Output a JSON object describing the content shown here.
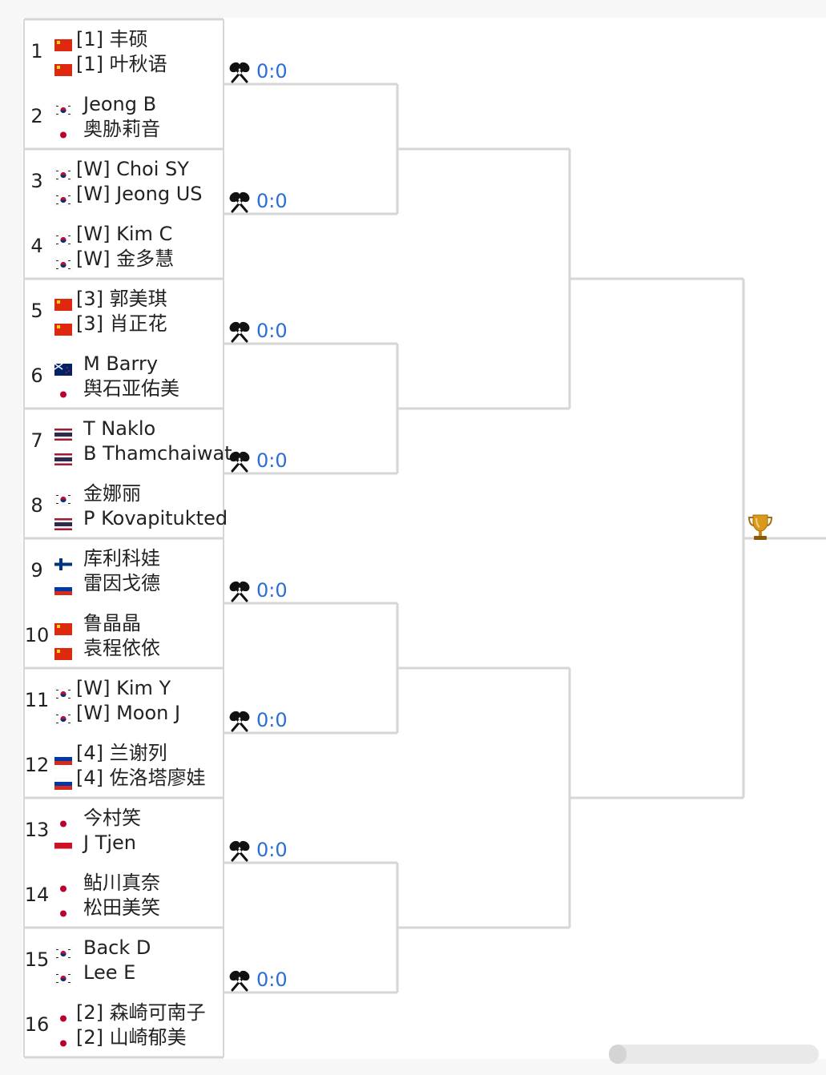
{
  "matches": [
    {
      "num": "1",
      "players": [
        {
          "flag": "CN",
          "text": "[1] 丰硕",
          "tag": true
        },
        {
          "flag": "CN",
          "text": "[1] 叶秋语",
          "tag": true
        }
      ]
    },
    {
      "num": "2",
      "players": [
        {
          "flag": "KR",
          "text": "Jeong B",
          "tag": false
        },
        {
          "flag": "JP",
          "text": "奥胁莉音",
          "tag": false
        }
      ]
    },
    {
      "num": "3",
      "players": [
        {
          "flag": "KR",
          "text": "[W] Choi SY",
          "tag": true
        },
        {
          "flag": "KR",
          "text": "[W] Jeong US",
          "tag": true
        }
      ]
    },
    {
      "num": "4",
      "players": [
        {
          "flag": "KR",
          "text": "[W] Kim C",
          "tag": true
        },
        {
          "flag": "KR",
          "text": "[W] 金多慧",
          "tag": true
        }
      ]
    },
    {
      "num": "5",
      "players": [
        {
          "flag": "CN",
          "text": "[3] 郭美琪",
          "tag": true
        },
        {
          "flag": "CN",
          "text": "[3] 肖正花",
          "tag": true
        }
      ]
    },
    {
      "num": "6",
      "players": [
        {
          "flag": "NZ",
          "text": "M Barry",
          "tag": false
        },
        {
          "flag": "JP",
          "text": "舆石亚佑美",
          "tag": false
        }
      ]
    },
    {
      "num": "7",
      "players": [
        {
          "flag": "TH",
          "text": "T Naklo",
          "tag": false
        },
        {
          "flag": "TH",
          "text": "B Thamchaiwat",
          "tag": false
        }
      ]
    },
    {
      "num": "8",
      "players": [
        {
          "flag": "KR",
          "text": "金娜丽",
          "tag": false
        },
        {
          "flag": "TH",
          "text": "P Kovapitukted",
          "tag": false
        }
      ]
    },
    {
      "num": "9",
      "players": [
        {
          "flag": "FI",
          "text": "库利科娃",
          "tag": false
        },
        {
          "flag": "RU",
          "text": "雷因戈德",
          "tag": false
        }
      ]
    },
    {
      "num": "10",
      "players": [
        {
          "flag": "CN",
          "text": "鲁晶晶",
          "tag": false
        },
        {
          "flag": "CN",
          "text": "袁程依依",
          "tag": false
        }
      ]
    },
    {
      "num": "11",
      "players": [
        {
          "flag": "KR",
          "text": "[W] Kim Y",
          "tag": true
        },
        {
          "flag": "KR",
          "text": "[W] Moon J",
          "tag": true
        }
      ]
    },
    {
      "num": "12",
      "players": [
        {
          "flag": "RU",
          "text": "[4] 兰谢列",
          "tag": true
        },
        {
          "flag": "RU",
          "text": "[4] 佐洛塔廖娃",
          "tag": true
        }
      ]
    },
    {
      "num": "13",
      "players": [
        {
          "flag": "JP",
          "text": "今村笑",
          "tag": false
        },
        {
          "flag": "ID",
          "text": "J Tjen",
          "tag": false
        }
      ]
    },
    {
      "num": "14",
      "players": [
        {
          "flag": "JP",
          "text": "鲇川真奈",
          "tag": false
        },
        {
          "flag": "JP",
          "text": "松田美笑",
          "tag": false
        }
      ]
    },
    {
      "num": "15",
      "players": [
        {
          "flag": "KR",
          "text": "Back D",
          "tag": false
        },
        {
          "flag": "KR",
          "text": "Lee E",
          "tag": false
        }
      ]
    },
    {
      "num": "16",
      "players": [
        {
          "flag": "JP",
          "text": "[2] 森崎可南子",
          "tag": true
        },
        {
          "flag": "JP",
          "text": "[2] 山崎郁美",
          "tag": true
        }
      ]
    }
  ],
  "scores": [
    "0:0",
    "0:0",
    "0:0",
    "0:0",
    "0:0",
    "0:0",
    "0:0",
    "0:0"
  ],
  "colors": {
    "score": "#2a6fd6",
    "line": "#d6d6d6",
    "trophy": "#c98a14",
    "text": "#222222"
  },
  "icons": {
    "score": "crossed-rackets-icon",
    "champion": "trophy-icon"
  }
}
